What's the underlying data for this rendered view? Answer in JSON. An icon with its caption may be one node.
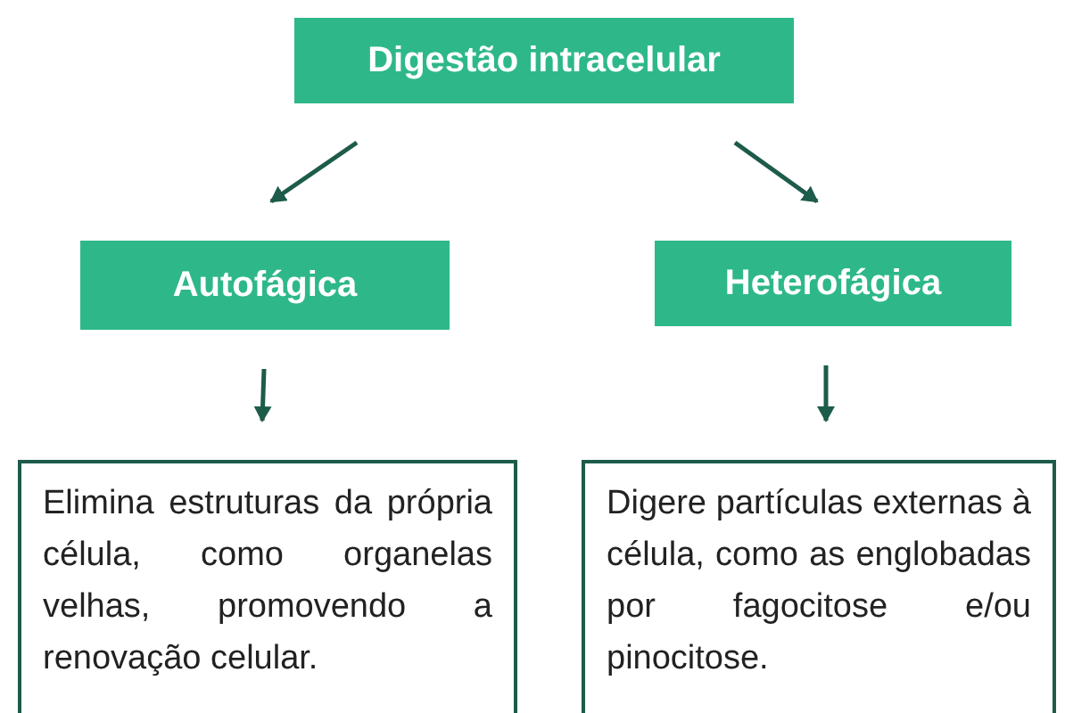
{
  "diagram": {
    "nodes": [
      {
        "text": [
          "Digestão intracelular"
        ]
      },
      {
        "text": [
          "Autofágica"
        ]
      },
      {
        "text": [
          "Heterofágica"
        ]
      },
      {
        "text": [
          "Elimina estruturas da própria célula, como organelas velhas, promovendo a renovação celular."
        ]
      },
      {
        "text": [
          "Digere partículas externas à célula, como as englobadas por fagocitose e/ou pinocitose."
        ]
      }
    ],
    "edges": [
      {
        "from": 0,
        "to": 1,
        "arrow": "to"
      },
      {
        "from": 0,
        "to": 2,
        "arrow": "to"
      },
      {
        "from": 1,
        "to": 3,
        "arrow": "to"
      },
      {
        "from": 2,
        "to": 4,
        "arrow": "to"
      }
    ]
  }
}
